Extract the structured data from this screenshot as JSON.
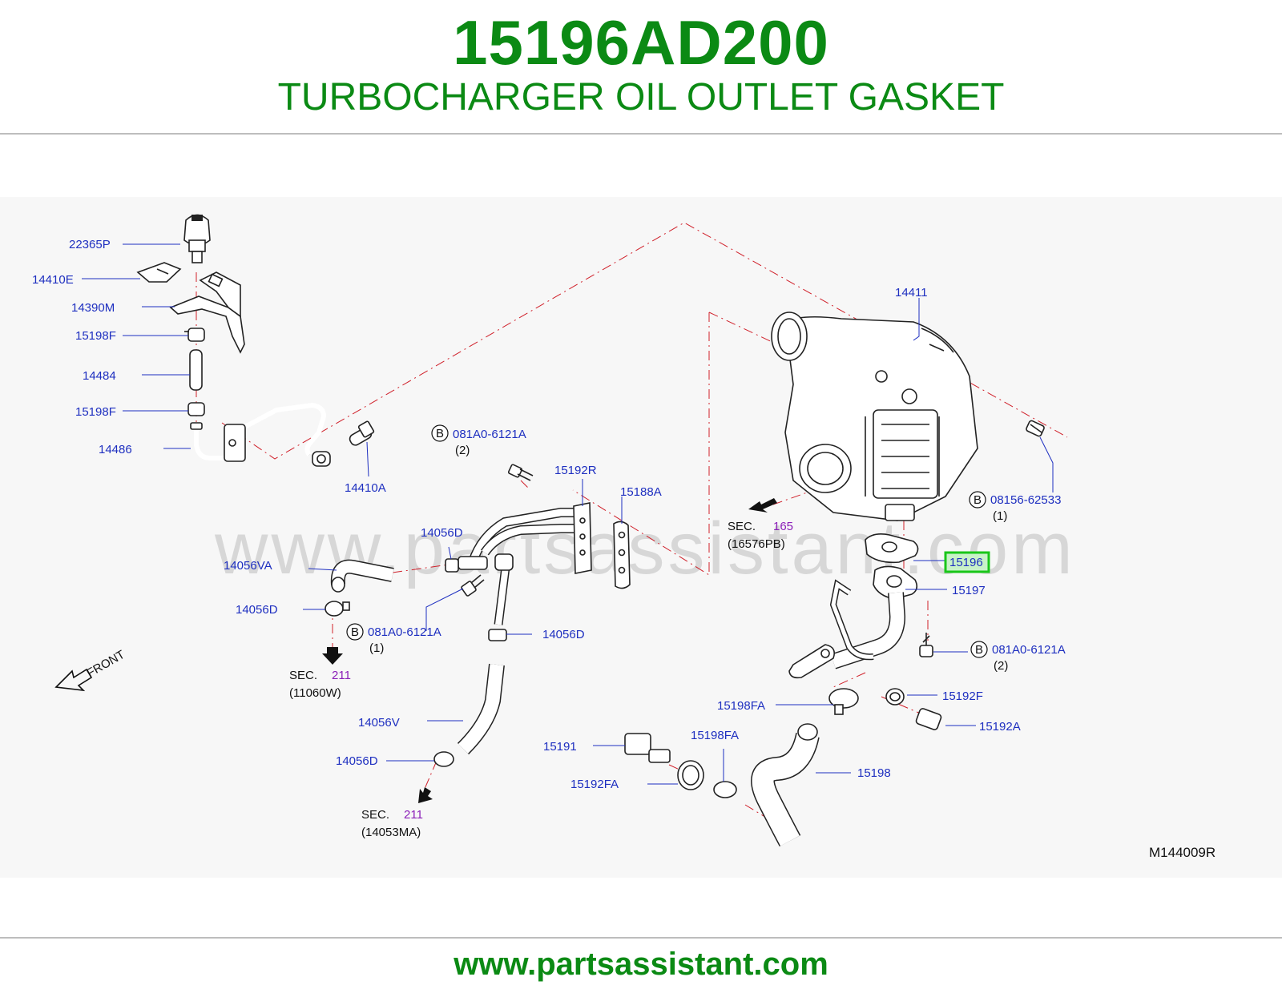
{
  "header": {
    "part_number": "15196AD200",
    "part_name": "TURBOCHARGER OIL OUTLET GASKET"
  },
  "footer": {
    "url": "www.partsassistant.com"
  },
  "watermark": "www.partsassistant.com",
  "diagram": {
    "code": "M144009R",
    "front_label": "FRONT",
    "highlighted_part": "15196",
    "colors": {
      "brand_green": "#0b8a14",
      "label_blue": "#1e2fc0",
      "section_purple": "#8b1fb8",
      "highlight": "#19c619",
      "leader_red": "#d0202a"
    },
    "labels": {
      "p22365P": "22365P",
      "p14410E": "14410E",
      "p14390M": "14390M",
      "p15198F_a": "15198F",
      "p14484": "14484",
      "p15198F_b": "15198F",
      "p14486": "14486",
      "p14410A": "14410A",
      "p081A0_a": "081A0-6121A",
      "p081A0_a_qty": "(2)",
      "p15192R": "15192R",
      "p15188A": "15188A",
      "p14056D_a": "14056D",
      "p14056VA": "14056VA",
      "p14056D_b": "14056D",
      "p081A0_b": "081A0-6121A",
      "p081A0_b_qty": "(1)",
      "p14056D_c": "14056D",
      "p14056V": "14056V",
      "p14056D_d": "14056D",
      "p14411": "14411",
      "p08156": "08156-62533",
      "p08156_qty": "(1)",
      "p15196": "15196",
      "p15197": "15197",
      "p081A0_c": "081A0-6121A",
      "p081A0_c_qty": "(2)",
      "p15198FA_a": "15198FA",
      "p15192F": "15192F",
      "p15192A": "15192A",
      "p15191": "15191",
      "p15198FA_b": "15198FA",
      "p15192FA": "15192FA",
      "p15198": "15198"
    },
    "bolt_marker": "B",
    "sections": [
      {
        "prefix": "SEC.",
        "number": "165",
        "ref": "(16576PB)"
      },
      {
        "prefix": "SEC.",
        "number": "211",
        "ref": "(11060W)"
      },
      {
        "prefix": "SEC.",
        "number": "211",
        "ref": "(14053MA)"
      }
    ]
  }
}
